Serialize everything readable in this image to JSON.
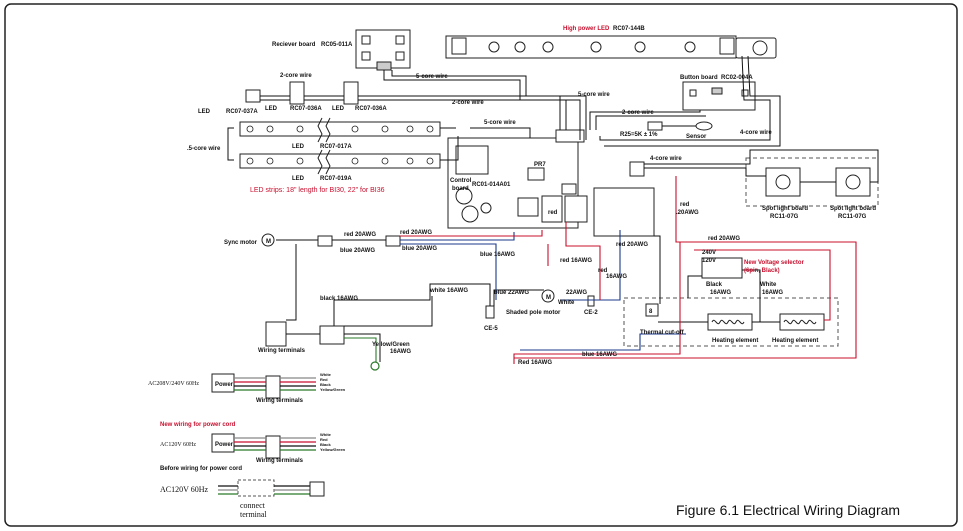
{
  "figure_caption": "Figure 6.1 Electrical Wiring Diagram",
  "boards": {
    "receiver": "Reciever board",
    "receiver_code": "RC05-011A",
    "high_power_led": "High power LED",
    "high_power_led_code": "RC07-144B",
    "button_board": "Button board",
    "button_board_code": "RC02-004A",
    "control_board_1": "Control",
    "control_board_2": "board",
    "control_board_code": "RC01-014A01",
    "spot_light_board": "Spot light board",
    "spot_light_code": "RC11-07G",
    "pr7": "PR7"
  },
  "led": {
    "led": "LED",
    "code_037a": "RC07-037A",
    "code_036a": "RC07-036A",
    "code_017a": "RC07-017A",
    "code_019a": "RC07-019A",
    "strip_note": "LED strips: 18\" length for BI30,  22\" for BI36"
  },
  "wires": {
    "core2": "2-core wire",
    "core5": "5-core wire",
    "core5_alt": ".5-core wire",
    "core4": "4-core wire",
    "sensor_value": "R25=5K ± 1%",
    "sensor": "Sensor",
    "red_20awg": "red 20AWG",
    "red_20awg_dot": "red .20AWG",
    "red_20awg_plain": "red",
    "awg20_dot": ".20AWG",
    "blue_20awg": "blue 20AWG",
    "blue_16awg": "blue 16AWG",
    "blue": "blue",
    "awg16_blue": "16AWG",
    "black_16awg": "black 16AWG",
    "white_16awg": "white 16AWG",
    "blue_22awg": "blue 22AWG",
    "num_22awg": "22AWG",
    "white": "White",
    "red_16awg": "Red 16AWG",
    "red_16awg_lower": "red 16AWG",
    "black": "Black",
    "awg16": "16AWG",
    "yellow_green": "Yellow/Green",
    "red": "red",
    "red_16awg_cap": "Red 16AWG",
    "red_awg_small": "16AWG",
    "awg20": "20AWG",
    "red_word": "red"
  },
  "components": {
    "sync_motor": "Sync motor",
    "m_symbol": "M",
    "ce5": "CE-5",
    "ce2": "CE-2",
    "shaded_pole_motor": "Shaded pole motor",
    "thermal_cutoff": "Thermal cut-off",
    "heating_element": "Heating element",
    "wiring_terminals": "Wiring terminals",
    "voltage_selector": "New Voltage selector",
    "voltage_selector_sub": "(6pin, Black)",
    "v240": "240V",
    "v120": "120V",
    "power": "Power",
    "tc_number": "8",
    "red_label": "red"
  },
  "power": {
    "ac208": "AC208V/240V  60Hz",
    "new_wiring": "New wiring for power cord",
    "ac120": "AC120V  60Hz",
    "before_wiring": "Before wiring for power cord",
    "ac120_plain": "AC120V  60Hz",
    "connect1": "connect",
    "connect2": "terminal",
    "legend": [
      "White",
      "Red",
      "Black",
      "Yellow/Green"
    ]
  }
}
